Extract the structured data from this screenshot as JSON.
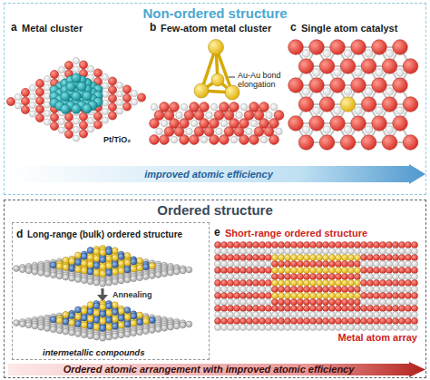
{
  "diagram": {
    "nodes": [
      {
        "text": [
          "Non-ordered structure"
        ]
      },
      {
        "text": [
          "improved atomic efficiency"
        ],
        "in": 0
      },
      {
        "text": [
          "Ordered structure"
        ]
      },
      {
        "text": [
          "d",
          "Long-range (bulk) ordered structure",
          "Annealing",
          "intermetallic compounds"
        ],
        "in": 2
      },
      {
        "text": [
          "Ordered atomic arrangement with improved atomic efficiency"
        ],
        "in": 2
      }
    ],
    "labels": [
      "a",
      "Metal cluster",
      "Pt/TiO₂",
      "b",
      "Few-atom metal cluster",
      "Au-Au bond elongation",
      "c",
      "Single atom catalyst",
      "e",
      "Short-range ordered structure",
      "Metal atom array"
    ]
  }
}
